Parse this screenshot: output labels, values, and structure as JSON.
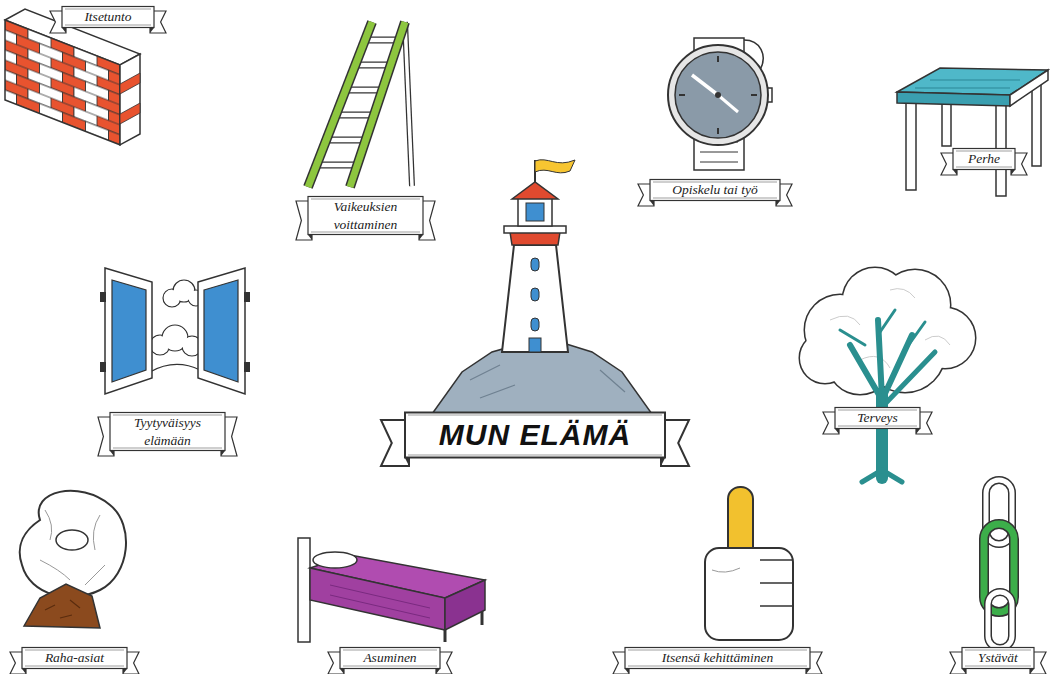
{
  "diagram": {
    "nodes": [
      {
        "text": [
          "Itsetunto"
        ]
      },
      {
        "text": [
          "Vaikeuksien voittaminen"
        ]
      },
      {
        "text": [
          "Opiskelu tai työ"
        ]
      },
      {
        "text": [
          "Perhe"
        ]
      },
      {
        "text": [
          "Tyytyväisyys elämään"
        ]
      },
      {
        "text": [
          "MUN ELÄMÄ"
        ]
      },
      {
        "text": [
          "Terveys"
        ]
      },
      {
        "text": [
          "Raha-asiat"
        ]
      },
      {
        "text": [
          "Asuminen"
        ]
      },
      {
        "text": [
          "Itsensä kehittäminen"
        ]
      },
      {
        "text": [
          "Ystävät"
        ]
      }
    ]
  }
}
